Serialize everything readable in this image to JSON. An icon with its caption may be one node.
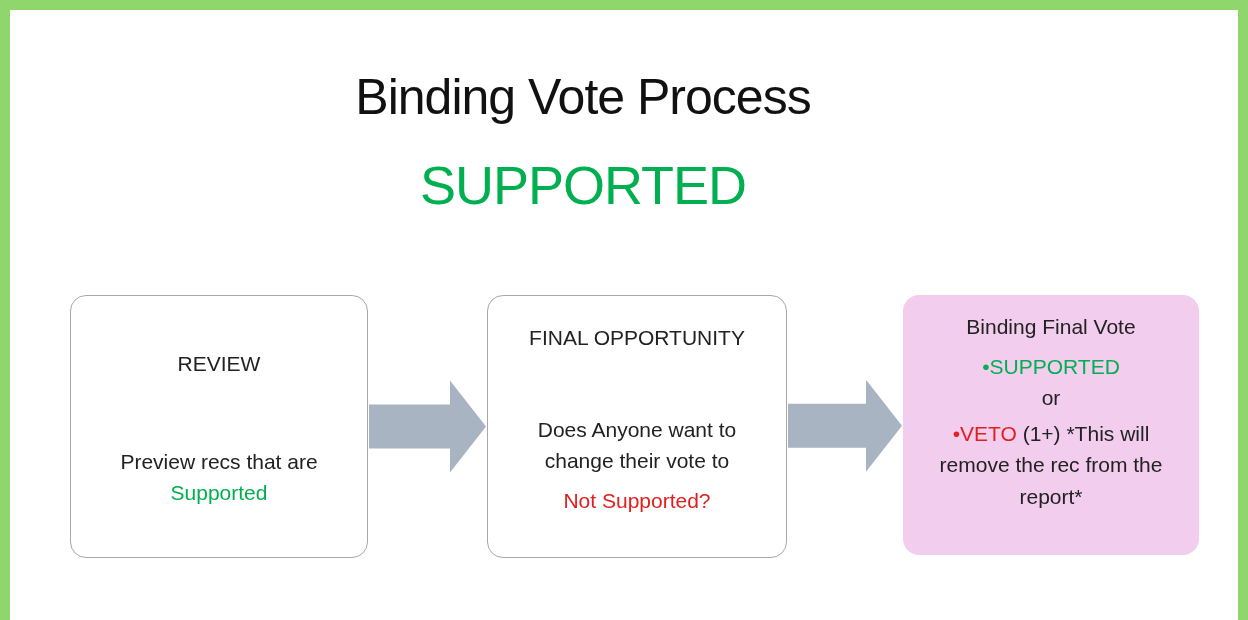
{
  "diagram": {
    "title": "Binding Vote Process",
    "nodes": [
      {
        "text": [
          "REVIEW",
          "Preview recs that are",
          "Supported"
        ]
      },
      {
        "text": [
          "FINAL OPPORTUNITY",
          "Does Anyone want to change their vote to",
          "Not Supported?"
        ]
      },
      {
        "text": [
          "Binding Final Vote",
          "•SUPPORTED",
          "or",
          "•VETO",
          "(1+) *This will remove the rec from the report*"
        ]
      }
    ],
    "edges": [
      {
        "from": 0,
        "to": 1,
        "arrow": "to"
      },
      {
        "from": 1,
        "to": 2,
        "arrow": "to"
      }
    ],
    "labels": [
      "SUPPORTED"
    ]
  }
}
